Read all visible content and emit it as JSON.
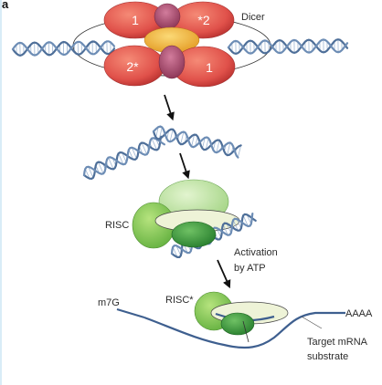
{
  "panel_letter": "a",
  "labels": {
    "dicer": "Dicer",
    "risc": "RISC",
    "activation_line1": "Activation",
    "activation_line2": "by ATP",
    "m7g": "m7G",
    "risc_active": "RISC*",
    "poly_a": "AAAA",
    "target_line1": "Target mRNA",
    "target_line2": "substrate"
  },
  "dicer_domains": [
    "1",
    "*2",
    "2*",
    "1"
  ],
  "colors": {
    "helix_strand": "#8ba8c8",
    "helix_edge": "#3c5a80",
    "rna": "#3e5f8f",
    "dicer_red": "#e0514a",
    "dicer_gold": "#efb536",
    "dicer_plum": "#a5486a",
    "risc_light_green": "#b9e3a0",
    "risc_dark_green": "#3d9a3e",
    "risc_cream": "#eef3d7",
    "arrow": "#111111"
  }
}
